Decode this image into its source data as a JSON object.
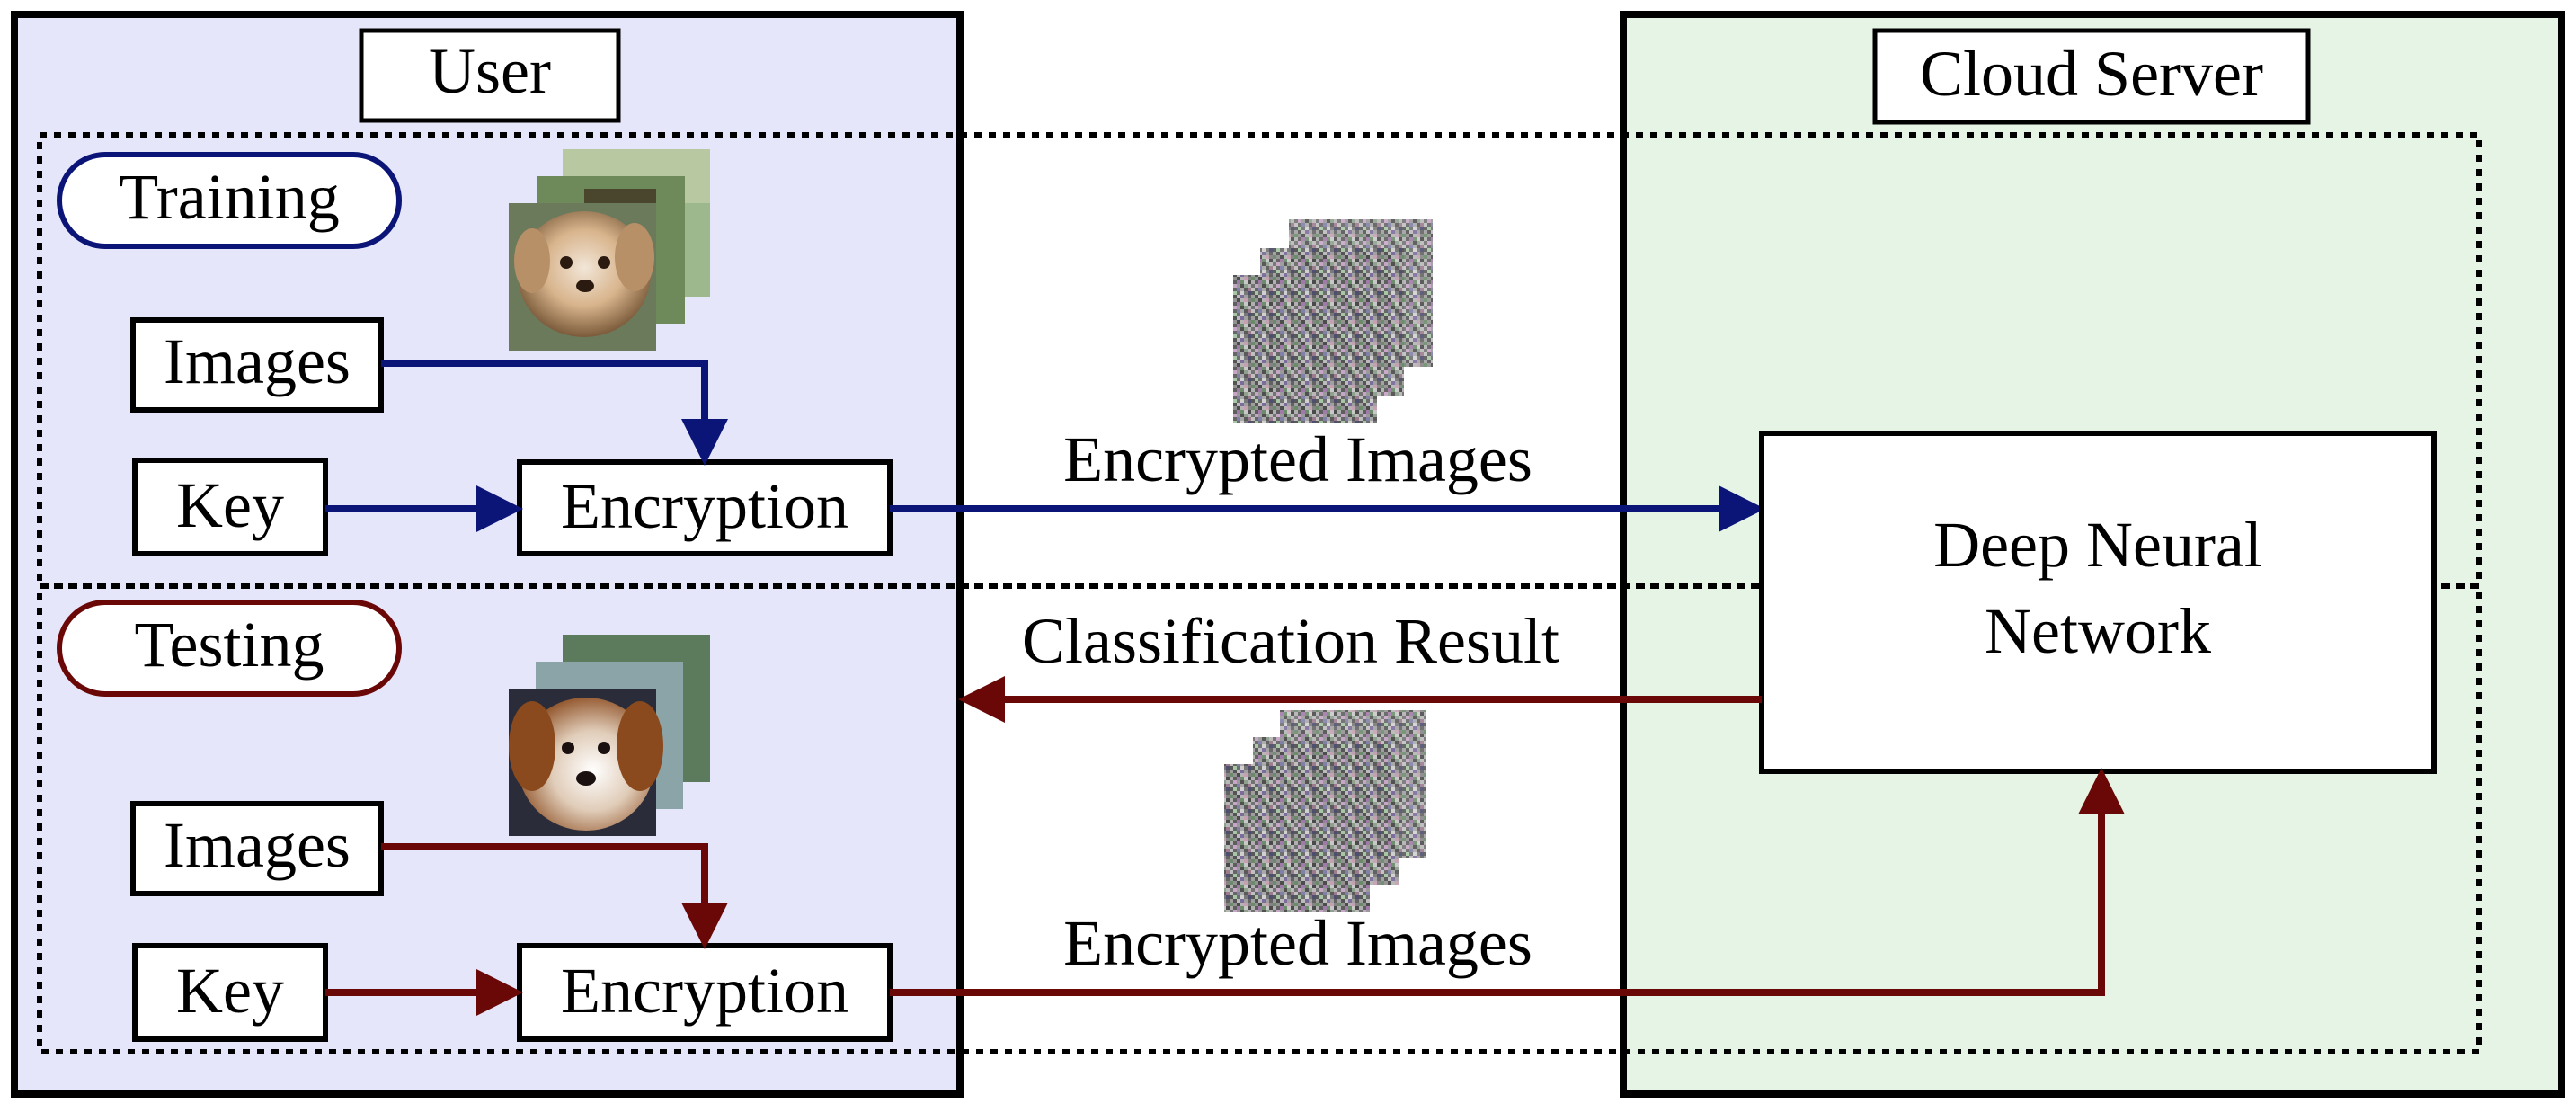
{
  "colors": {
    "user_panel_fill": "#e6e6fa",
    "server_panel_fill": "#e6f4e6",
    "training_color": "#0b1577",
    "testing_color": "#6a0808",
    "frame": "#000000"
  },
  "user_panel": {
    "title": "User"
  },
  "server_panel": {
    "title": "Cloud Server",
    "model_label_line1": "Deep Neural",
    "model_label_line2": "Network"
  },
  "training": {
    "phase_label": "Training",
    "images_label": "Images",
    "key_label": "Key",
    "encryption_label": "Encryption",
    "encrypted_label": "Encrypted Images",
    "photo_icon": "dog-photo-stack-icon",
    "noise_icon": "encrypted-noise-stack-icon"
  },
  "testing": {
    "phase_label": "Testing",
    "images_label": "Images",
    "key_label": "Key",
    "encryption_label": "Encryption",
    "encrypted_label": "Encrypted Images",
    "result_label": "Classification Result",
    "photo_icon": "dog-photo-stack-icon",
    "noise_icon": "encrypted-noise-stack-icon"
  }
}
